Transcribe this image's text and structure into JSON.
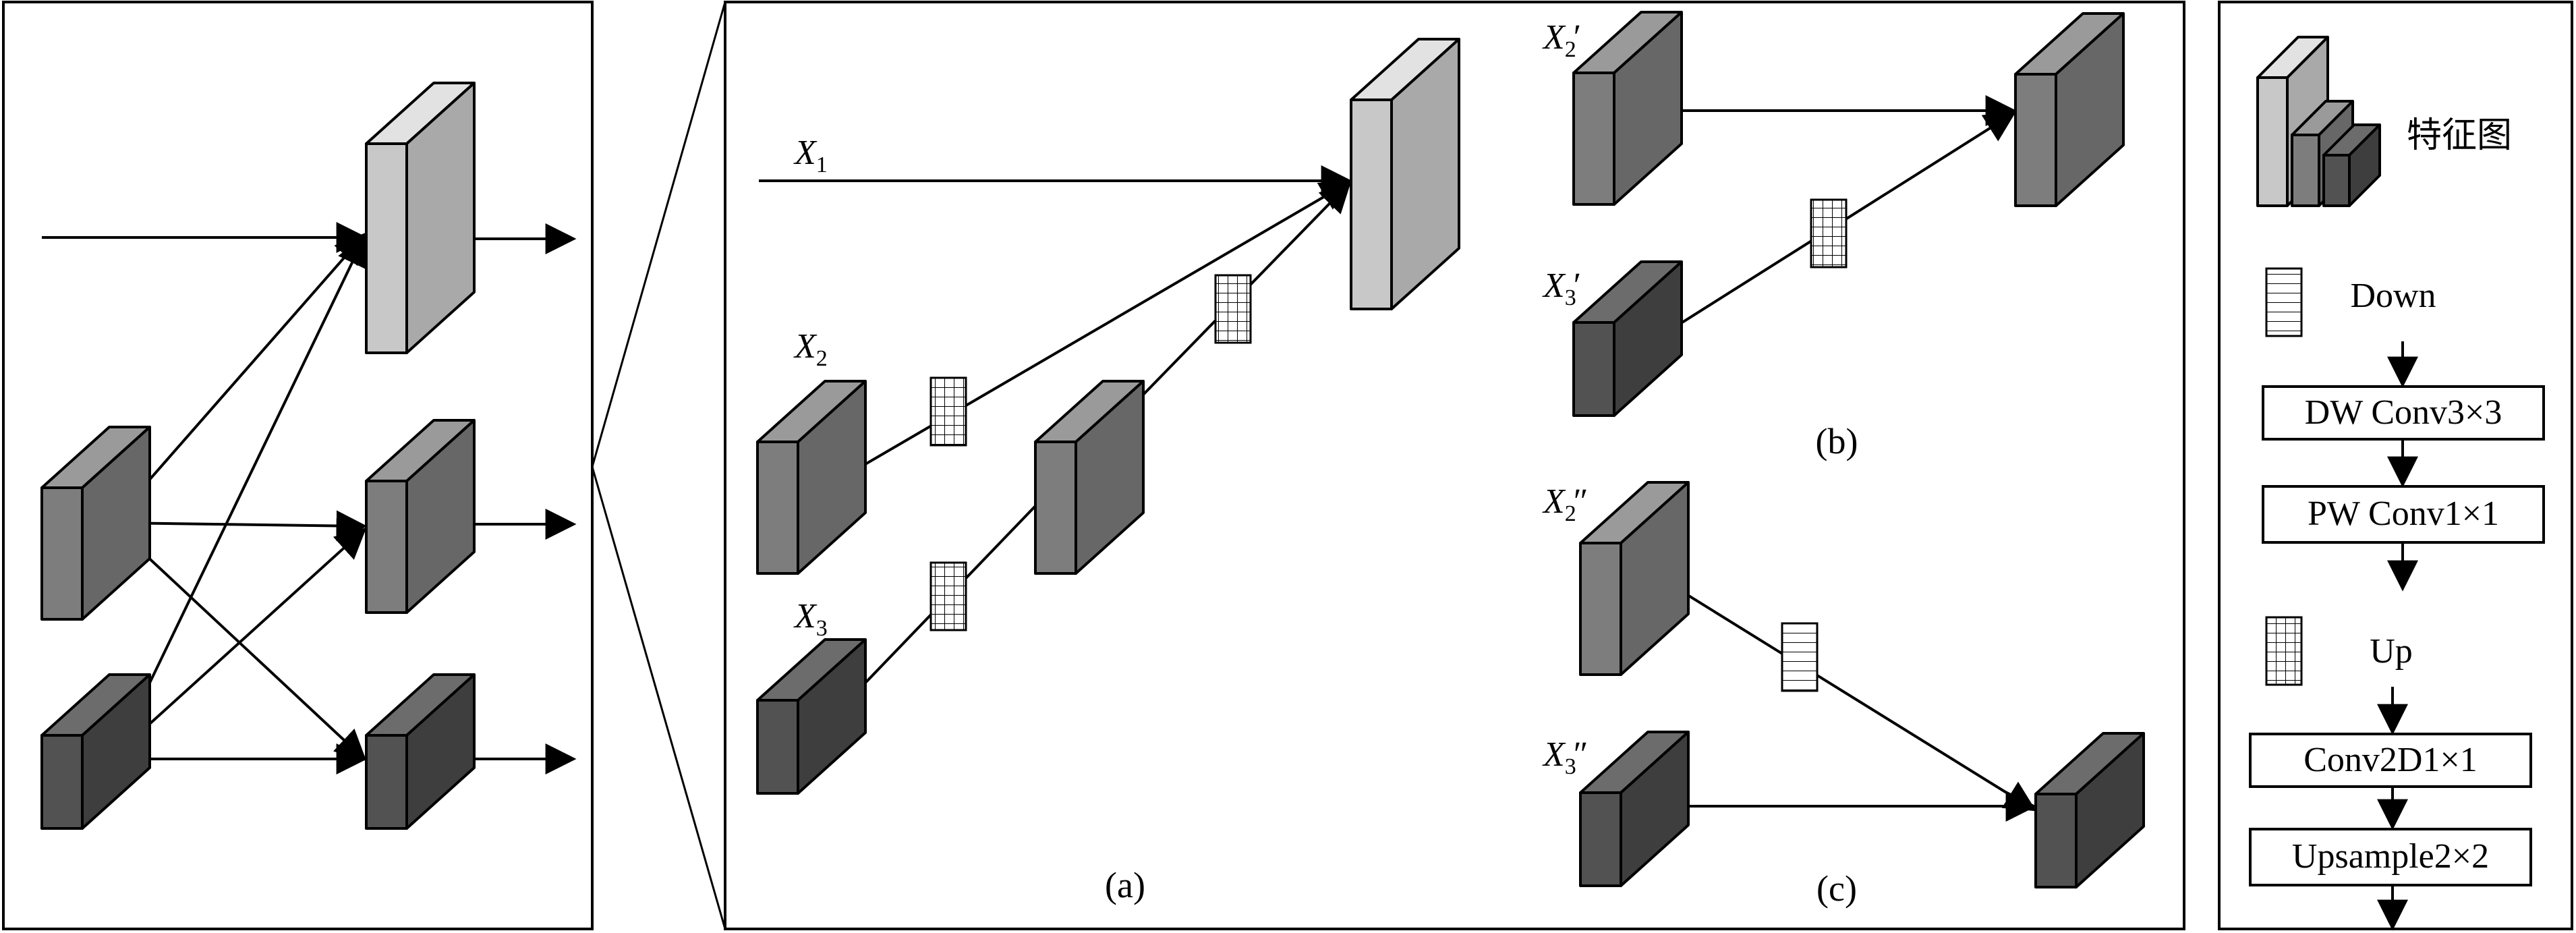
{
  "panel_a": {
    "x1_label": "X",
    "x1_sub": "1",
    "x2_label": "X",
    "x2_sub": "2",
    "x3_label": "X",
    "x3_sub": "3",
    "caption": "(a)"
  },
  "panel_b": {
    "x2_label": "X",
    "x2_sub": "2",
    "x2_mark": "′",
    "x3_label": "X",
    "x3_sub": "3",
    "x3_mark": "′",
    "caption": "(b)"
  },
  "panel_c": {
    "x2_label": "X",
    "x2_sub": "2",
    "x2_mark": "″",
    "x3_label": "X",
    "x3_sub": "3",
    "x3_mark": "″",
    "caption": "(c)"
  },
  "legend": {
    "feature_map": "特征图",
    "down": "Down",
    "up": "Up",
    "dw_conv": "DW Conv3×3",
    "pw_conv": "PW Conv1×1",
    "conv2d": "Conv2D1×1",
    "upsample": "Upsample2×2"
  },
  "colors": {
    "light": "#c8c8c8",
    "light_top": "#e2e2e2",
    "light_side": "#a9a9a9",
    "mid": "#7d7d7d",
    "mid_top": "#9a9a9a",
    "mid_side": "#676767",
    "dark": "#525252",
    "dark_top": "#6c6c6c",
    "dark_side": "#3e3e3e",
    "stroke": "#000000"
  }
}
